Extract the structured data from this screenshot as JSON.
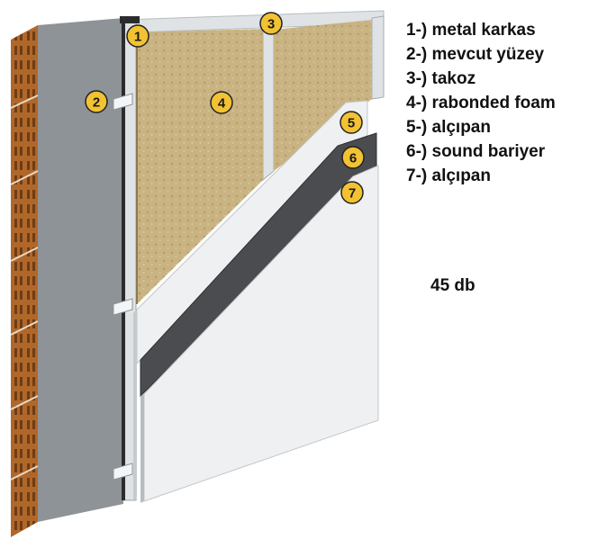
{
  "legend": [
    {
      "number": "1",
      "text": "1-) metal karkas"
    },
    {
      "number": "2",
      "text": "2-) mevcut yüzey"
    },
    {
      "number": "3",
      "text": "3-) takoz"
    },
    {
      "number": "4",
      "text": "4-) rabonded foam"
    },
    {
      "number": "5",
      "text": "5-) alçıpan"
    },
    {
      "number": "6",
      "text": "6-) sound bariyer"
    },
    {
      "number": "7",
      "text": "7-) alçıpan"
    }
  ],
  "rating": "45 db",
  "badges": {
    "b1": "1",
    "b2": "2",
    "b3": "3",
    "b4": "4",
    "b5": "5",
    "b6": "6",
    "b7": "7"
  },
  "colors": {
    "brick": "#b0672a",
    "brick_dark": "#6e3c14",
    "plaster": "#8e9397",
    "foam": "#c9b382",
    "metal": "#dfe3e6",
    "barrier": "#4a4c4f",
    "board": "#eef0f2",
    "badge_fill": "#f2c233"
  }
}
